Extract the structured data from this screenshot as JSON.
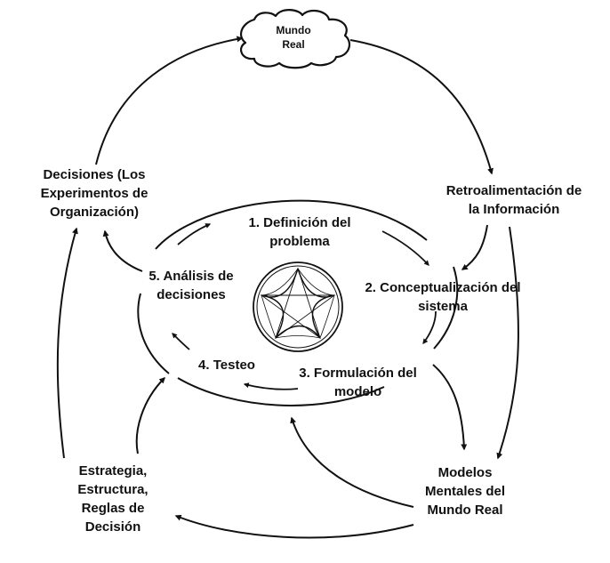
{
  "nodes": {
    "mundo_real": [
      "Mundo",
      "Real"
    ],
    "retroalimentacion": [
      "Retroalimentación de",
      "la Información"
    ],
    "modelos_mentales": [
      "Modelos",
      "Mentales del",
      "Mundo Real"
    ],
    "estrategia": [
      "Estrategia,",
      "Estructura,",
      "Reglas de",
      "Decisión"
    ],
    "decisiones": [
      "Decisiones (Los",
      "Experimentos de",
      "Organización)"
    ]
  },
  "steps": {
    "definicion": [
      "1. Definición del",
      "problema"
    ],
    "conceptualizacion": [
      "2. Conceptualización del",
      "sistema"
    ],
    "formulacion": [
      "3. Formulación del",
      "modelo"
    ],
    "testeo": [
      "4. Testeo"
    ],
    "analisis": [
      "5. Análisis de",
      "decisiones"
    ]
  },
  "colors": {
    "stroke": "#111111",
    "cloud_fill": "#ffffff",
    "background": "#ffffff"
  },
  "center_icon": "star-in-circle-icon"
}
